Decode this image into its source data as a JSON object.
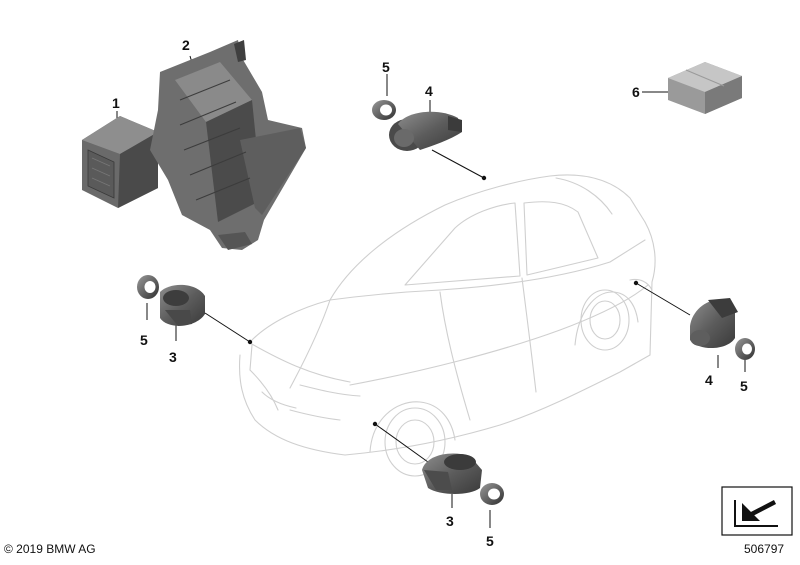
{
  "callouts": {
    "c1": "1",
    "c2": "2",
    "c3_front": "3",
    "c3_bottom": "3",
    "c4_top": "4",
    "c4_right": "4",
    "c5_top": "5",
    "c5_left": "5",
    "c5_right": "5",
    "c5_bottom": "5",
    "c6": "6"
  },
  "footer": {
    "copyright": "© 2019 BMW AG",
    "diagram_number": "506797"
  },
  "parts": [
    {
      "callout": "1",
      "icon": "control-module-icon"
    },
    {
      "callout": "2",
      "icon": "module-bracket-icon"
    },
    {
      "callout": "3",
      "icon": "ultrasonic-sensor-icon"
    },
    {
      "callout": "4",
      "icon": "ultrasonic-sensor-icon"
    },
    {
      "callout": "5",
      "icon": "decoupling-ring-icon"
    },
    {
      "callout": "6",
      "icon": "wiring-kit-box-icon"
    }
  ],
  "colors": {
    "part_fill": "#5a5a5a",
    "part_dark": "#3e3e3e",
    "part_light": "#8a8a8a",
    "car_outline": "#cfcfcf",
    "text": "#111111"
  }
}
